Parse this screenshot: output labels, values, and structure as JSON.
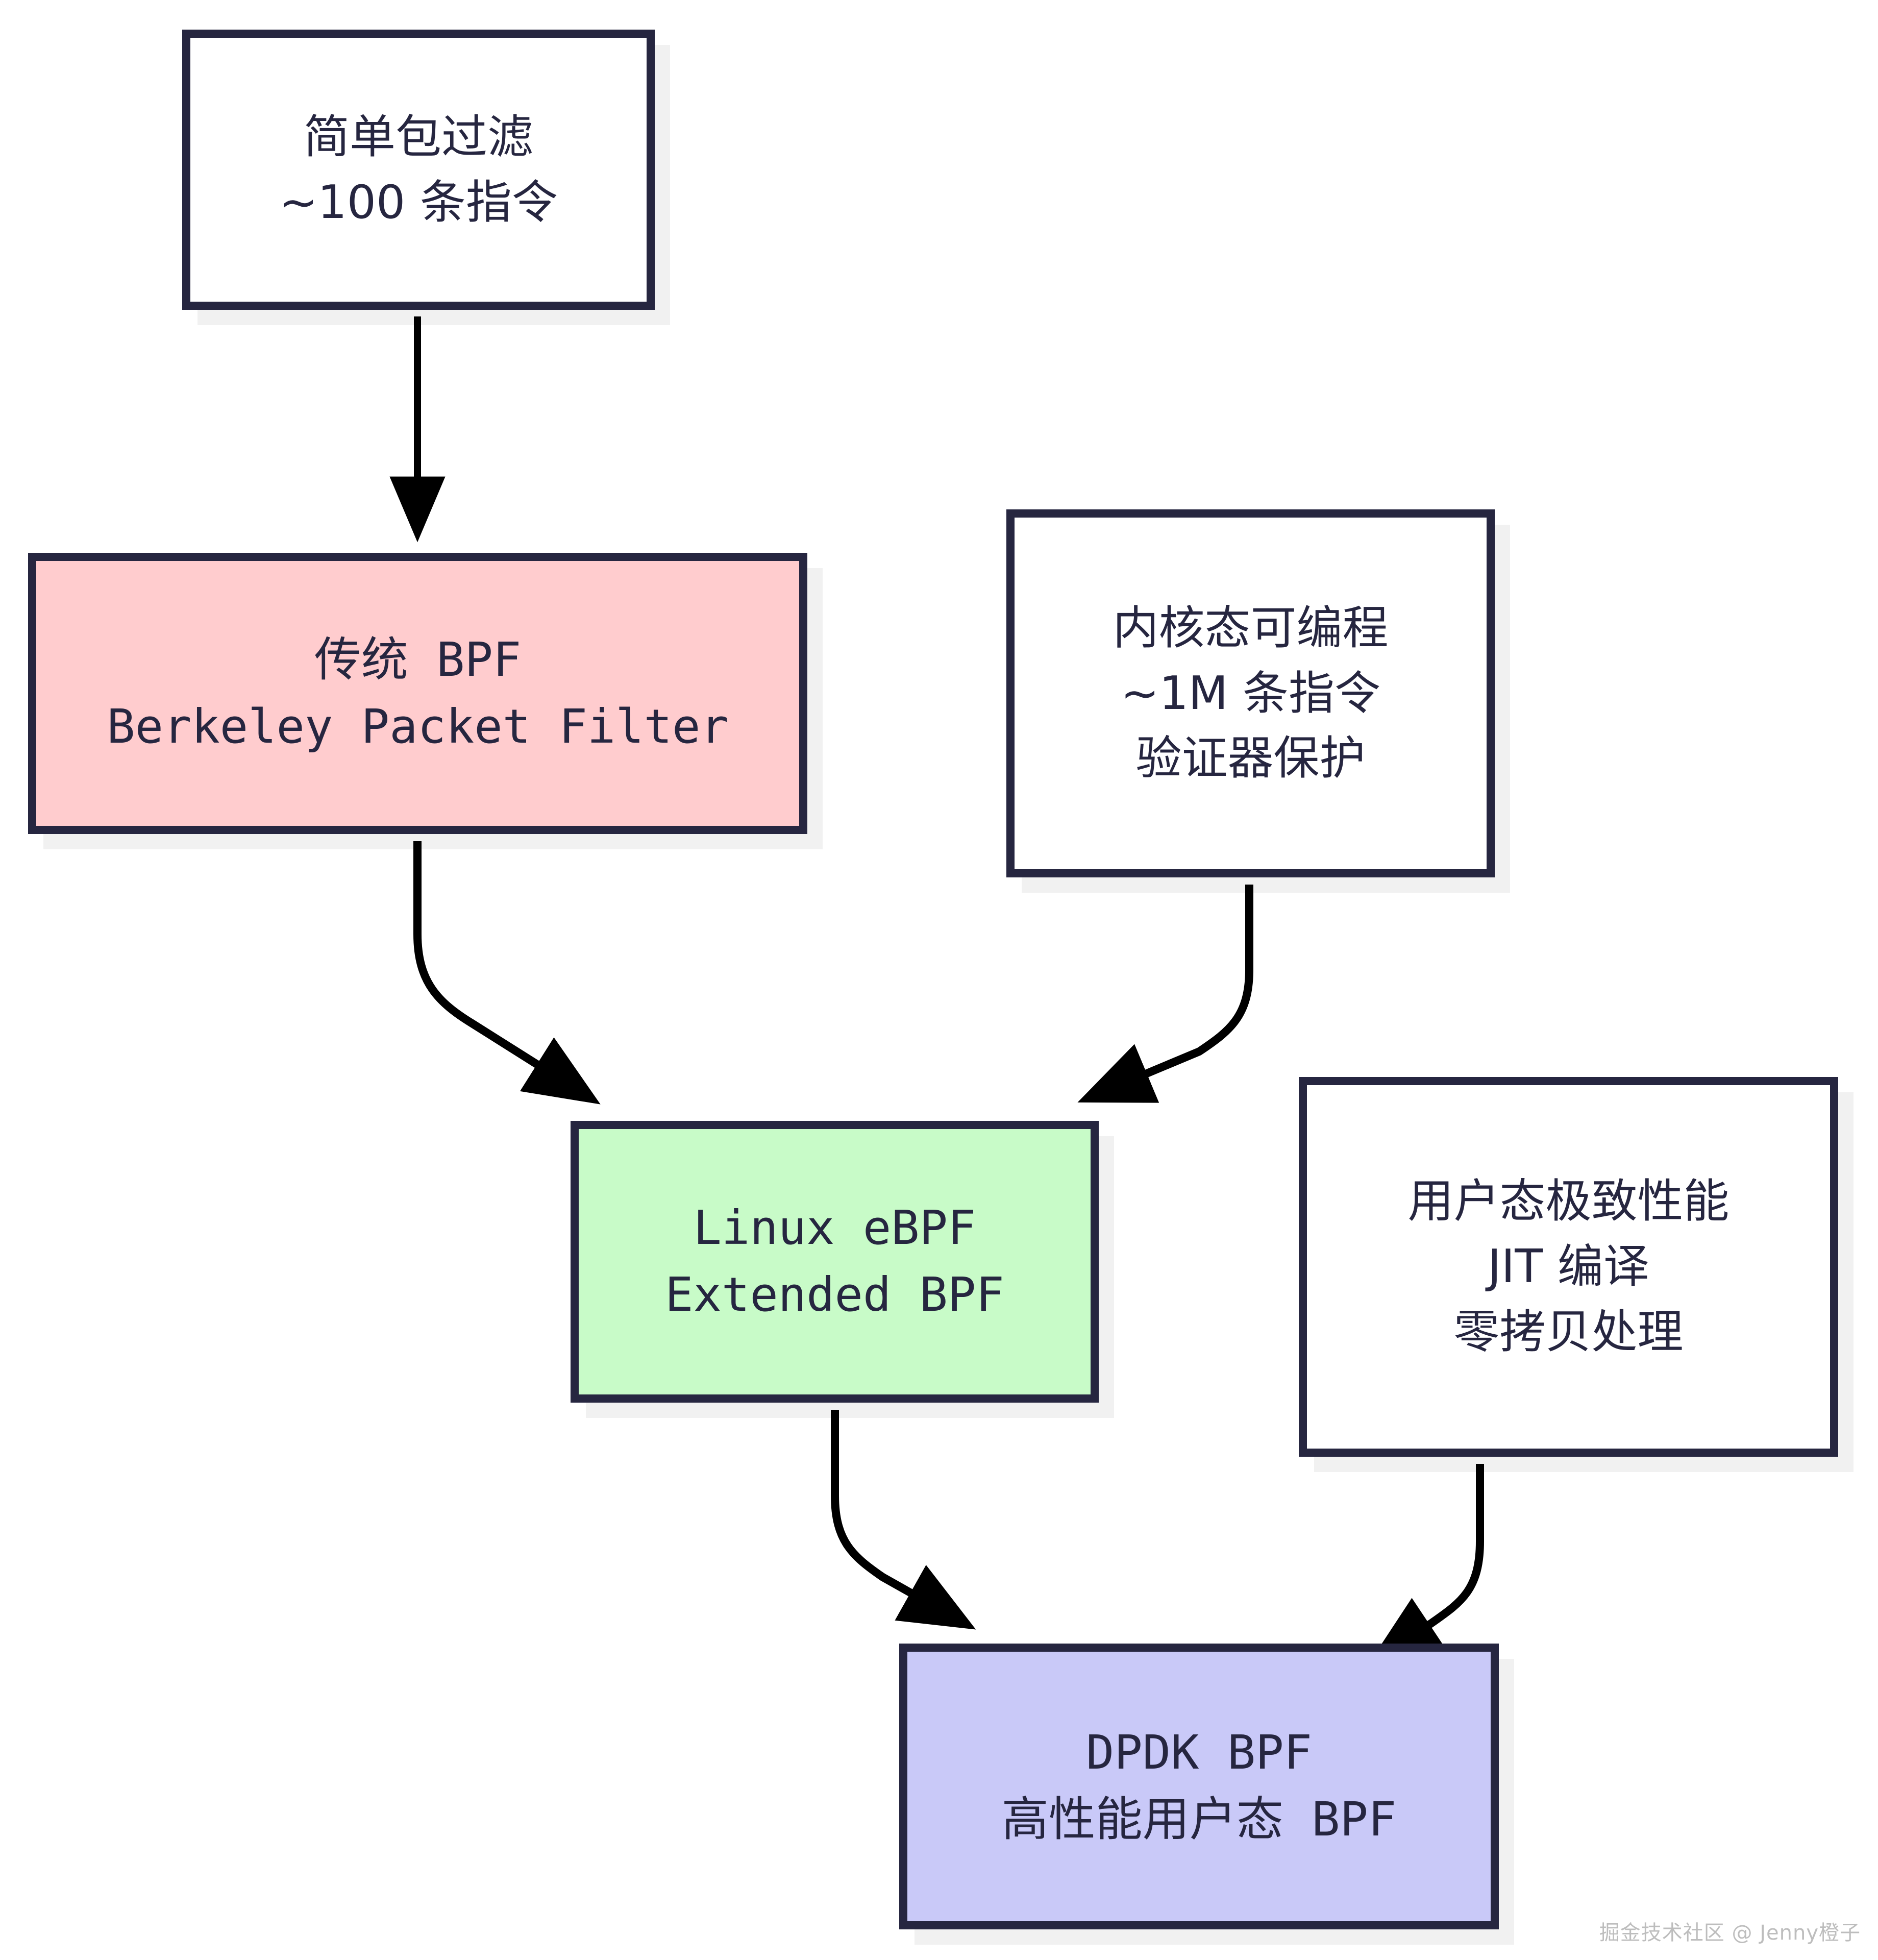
{
  "diagram": {
    "type": "flowchart",
    "direction": "top-down",
    "background_color": "#ffffff",
    "node_border_color": "#262640",
    "node_text_color": "#262640",
    "edge_color": "#000000",
    "nodes": [
      {
        "id": "simple-filter",
        "lines": [
          "简单包过滤",
          "~100 条指令"
        ],
        "fill": "#ffffff",
        "style": "cjk"
      },
      {
        "id": "classic-bpf",
        "lines": [
          "传统 BPF",
          "Berkeley Packet Filter"
        ],
        "fill": "#ffccce",
        "style": "mono"
      },
      {
        "id": "kernel-prog",
        "lines": [
          "内核态可编程",
          "~1M 条指令",
          "验证器保护"
        ],
        "fill": "#ffffff",
        "style": "cjk"
      },
      {
        "id": "linux-ebpf",
        "lines": [
          "Linux eBPF",
          "Extended BPF"
        ],
        "fill": "#c8fbc8",
        "style": "mono"
      },
      {
        "id": "user-perf",
        "lines": [
          "用户态极致性能",
          "JIT 编译",
          "零拷贝处理"
        ],
        "fill": "#ffffff",
        "style": "cjk"
      },
      {
        "id": "dpdk-bpf",
        "lines": [
          "DPDK BPF",
          "高性能用户态 BPF"
        ],
        "fill": "#c9c9f8",
        "style": "mono"
      }
    ],
    "edges": [
      {
        "from": "simple-filter",
        "to": "classic-bpf",
        "shape": "straight"
      },
      {
        "from": "classic-bpf",
        "to": "linux-ebpf",
        "shape": "curved"
      },
      {
        "from": "kernel-prog",
        "to": "linux-ebpf",
        "shape": "curved"
      },
      {
        "from": "linux-ebpf",
        "to": "dpdk-bpf",
        "shape": "curved"
      },
      {
        "from": "user-perf",
        "to": "dpdk-bpf",
        "shape": "curved"
      }
    ]
  },
  "watermark": {
    "text": "掘金技术社区 @ Jenny橙子",
    "color": "#bdbdbd"
  }
}
